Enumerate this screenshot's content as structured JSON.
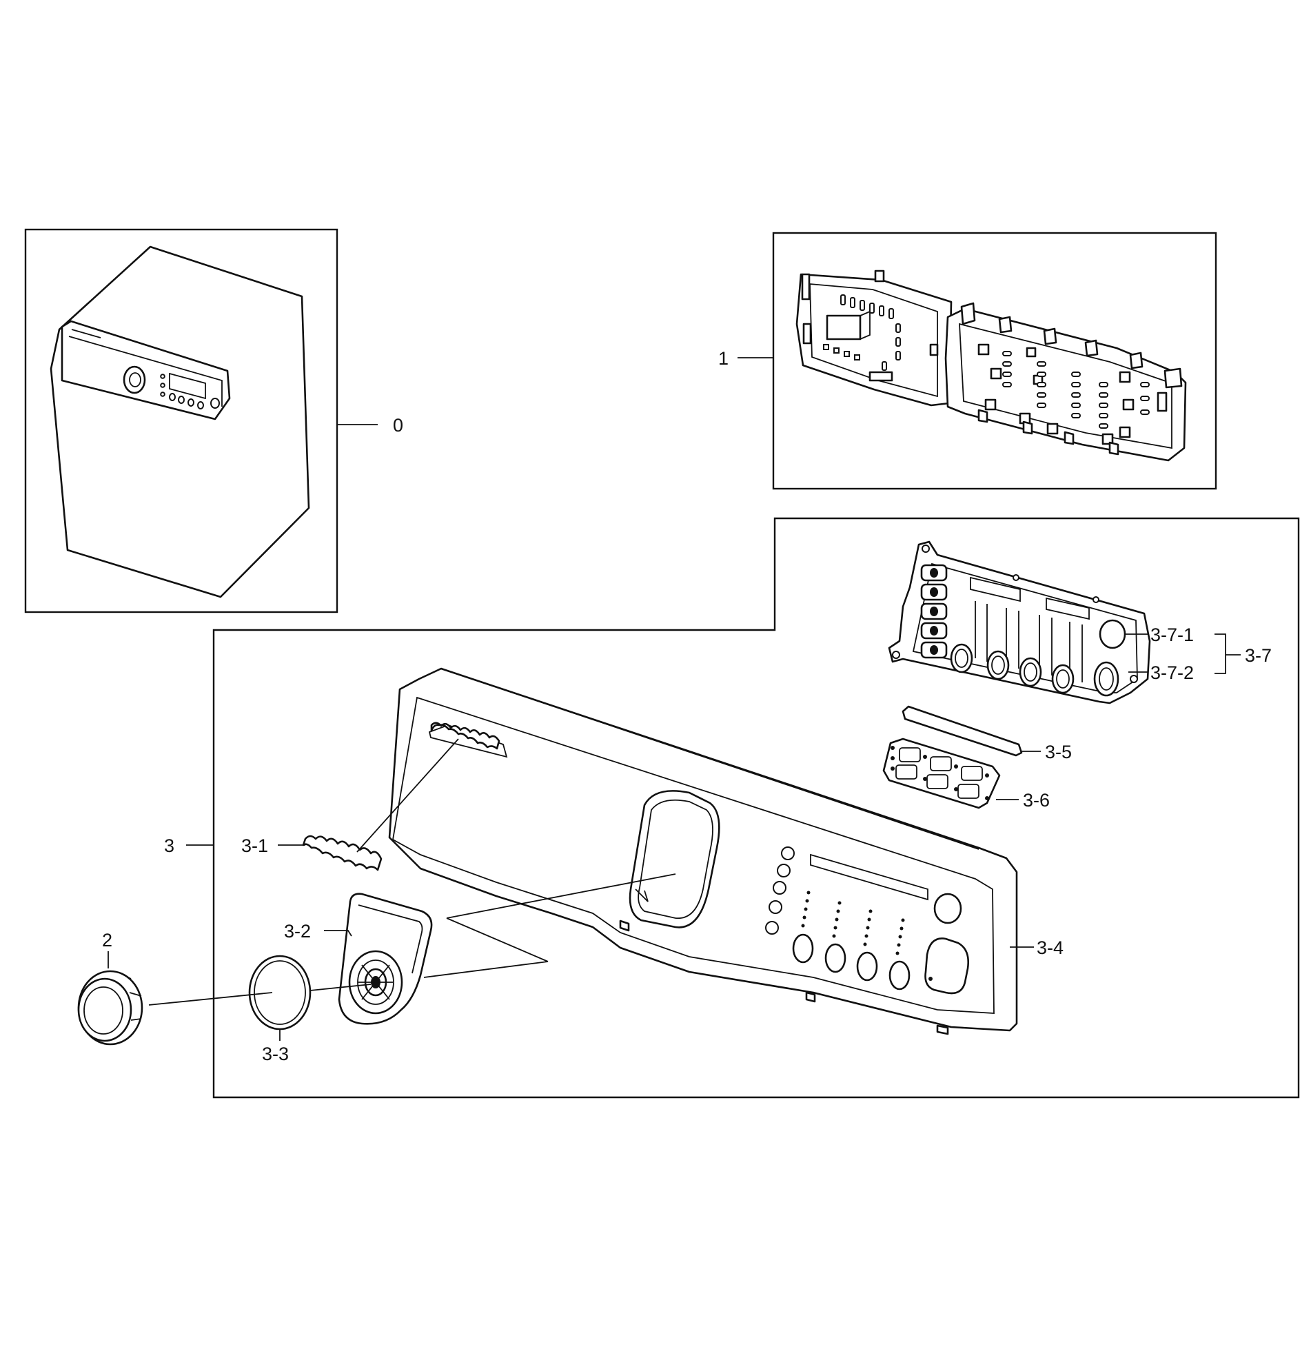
{
  "callouts": {
    "c0": "0",
    "c1": "1",
    "c2": "2",
    "c3": "3",
    "c3_1": "3-1",
    "c3_2": "3-2",
    "c3_3": "3-3",
    "c3_4": "3-4",
    "c3_5": "3-5",
    "c3_6": "3-6",
    "c3_7": "3-7",
    "c3_7_1": "3-7-1",
    "c3_7_2": "3-7-2"
  },
  "colors": {
    "line": "#111111",
    "background": "#ffffff"
  }
}
